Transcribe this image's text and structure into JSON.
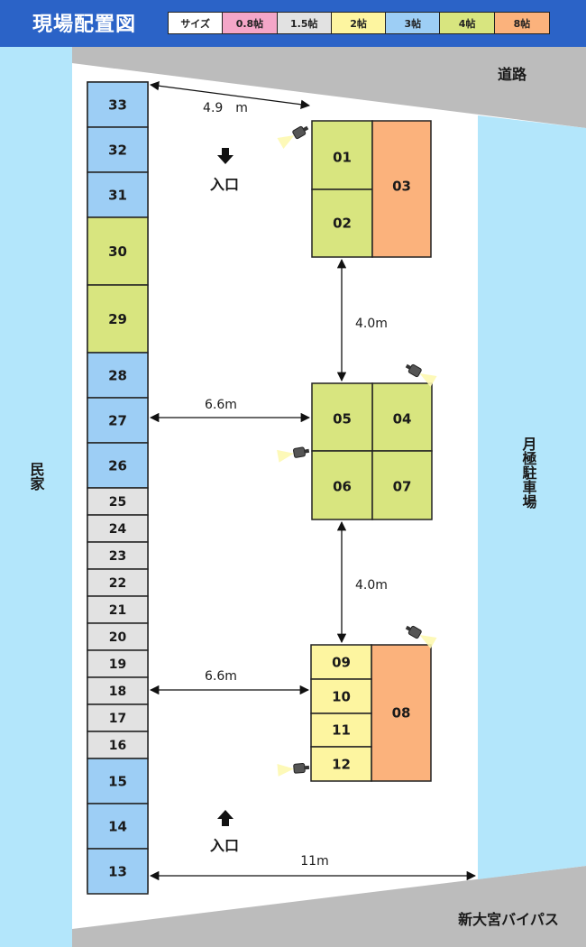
{
  "title": "現場配置図",
  "legend": [
    {
      "label": "サイズ",
      "color": "#ffffff"
    },
    {
      "label": "0.8帖",
      "color": "#f4a6c8"
    },
    {
      "label": "1.5帖",
      "color": "#e2e2e2"
    },
    {
      "label": "2帖",
      "color": "#fdf5a0"
    },
    {
      "label": "3帖",
      "color": "#9dcef5"
    },
    {
      "label": "4帖",
      "color": "#d8e57f"
    },
    {
      "label": "8帖",
      "color": "#fbb27c"
    }
  ],
  "colors": {
    "header": "#2b63c7",
    "side_strip": "#b3e6fb",
    "road": "#bcbcbc",
    "lot": "#ffffff"
  },
  "areas": {
    "road_top": "道路",
    "road_bottom": "新大宮バイパス",
    "left": "民家",
    "right": "月極駐車場"
  },
  "entrances": {
    "top": "入口",
    "bottom": "入口"
  },
  "measurements": {
    "top_gap": "4.9　m",
    "gap_block1_block2": "4.0m",
    "gap_block2_block3": "4.0m",
    "left_to_block2": "6.6m",
    "left_to_block3": "6.6m",
    "lot_width": "11m"
  },
  "left_row_units": [
    {
      "id": "33",
      "size": "3帖"
    },
    {
      "id": "32",
      "size": "3帖"
    },
    {
      "id": "31",
      "size": "3帖"
    },
    {
      "id": "30",
      "size": "4帖"
    },
    {
      "id": "29",
      "size": "4帖"
    },
    {
      "id": "28",
      "size": "3帖"
    },
    {
      "id": "27",
      "size": "3帖"
    },
    {
      "id": "26",
      "size": "3帖"
    },
    {
      "id": "25",
      "size": "1.5帖"
    },
    {
      "id": "24",
      "size": "1.5帖"
    },
    {
      "id": "23",
      "size": "1.5帖"
    },
    {
      "id": "22",
      "size": "1.5帖"
    },
    {
      "id": "21",
      "size": "1.5帖"
    },
    {
      "id": "20",
      "size": "1.5帖"
    },
    {
      "id": "19",
      "size": "1.5帖"
    },
    {
      "id": "18",
      "size": "1.5帖"
    },
    {
      "id": "17",
      "size": "1.5帖"
    },
    {
      "id": "16",
      "size": "1.5帖"
    },
    {
      "id": "15",
      "size": "3帖"
    },
    {
      "id": "14",
      "size": "3帖"
    },
    {
      "id": "13",
      "size": "3帖"
    }
  ],
  "block_units": [
    {
      "id": "01",
      "size": "4帖"
    },
    {
      "id": "02",
      "size": "4帖"
    },
    {
      "id": "03",
      "size": "8帖"
    },
    {
      "id": "04",
      "size": "4帖"
    },
    {
      "id": "05",
      "size": "4帖"
    },
    {
      "id": "06",
      "size": "4帖"
    },
    {
      "id": "07",
      "size": "4帖"
    },
    {
      "id": "08",
      "size": "8帖"
    },
    {
      "id": "09",
      "size": "2帖"
    },
    {
      "id": "10",
      "size": "2帖"
    },
    {
      "id": "11",
      "size": "2帖"
    },
    {
      "id": "12",
      "size": "2帖"
    }
  ]
}
